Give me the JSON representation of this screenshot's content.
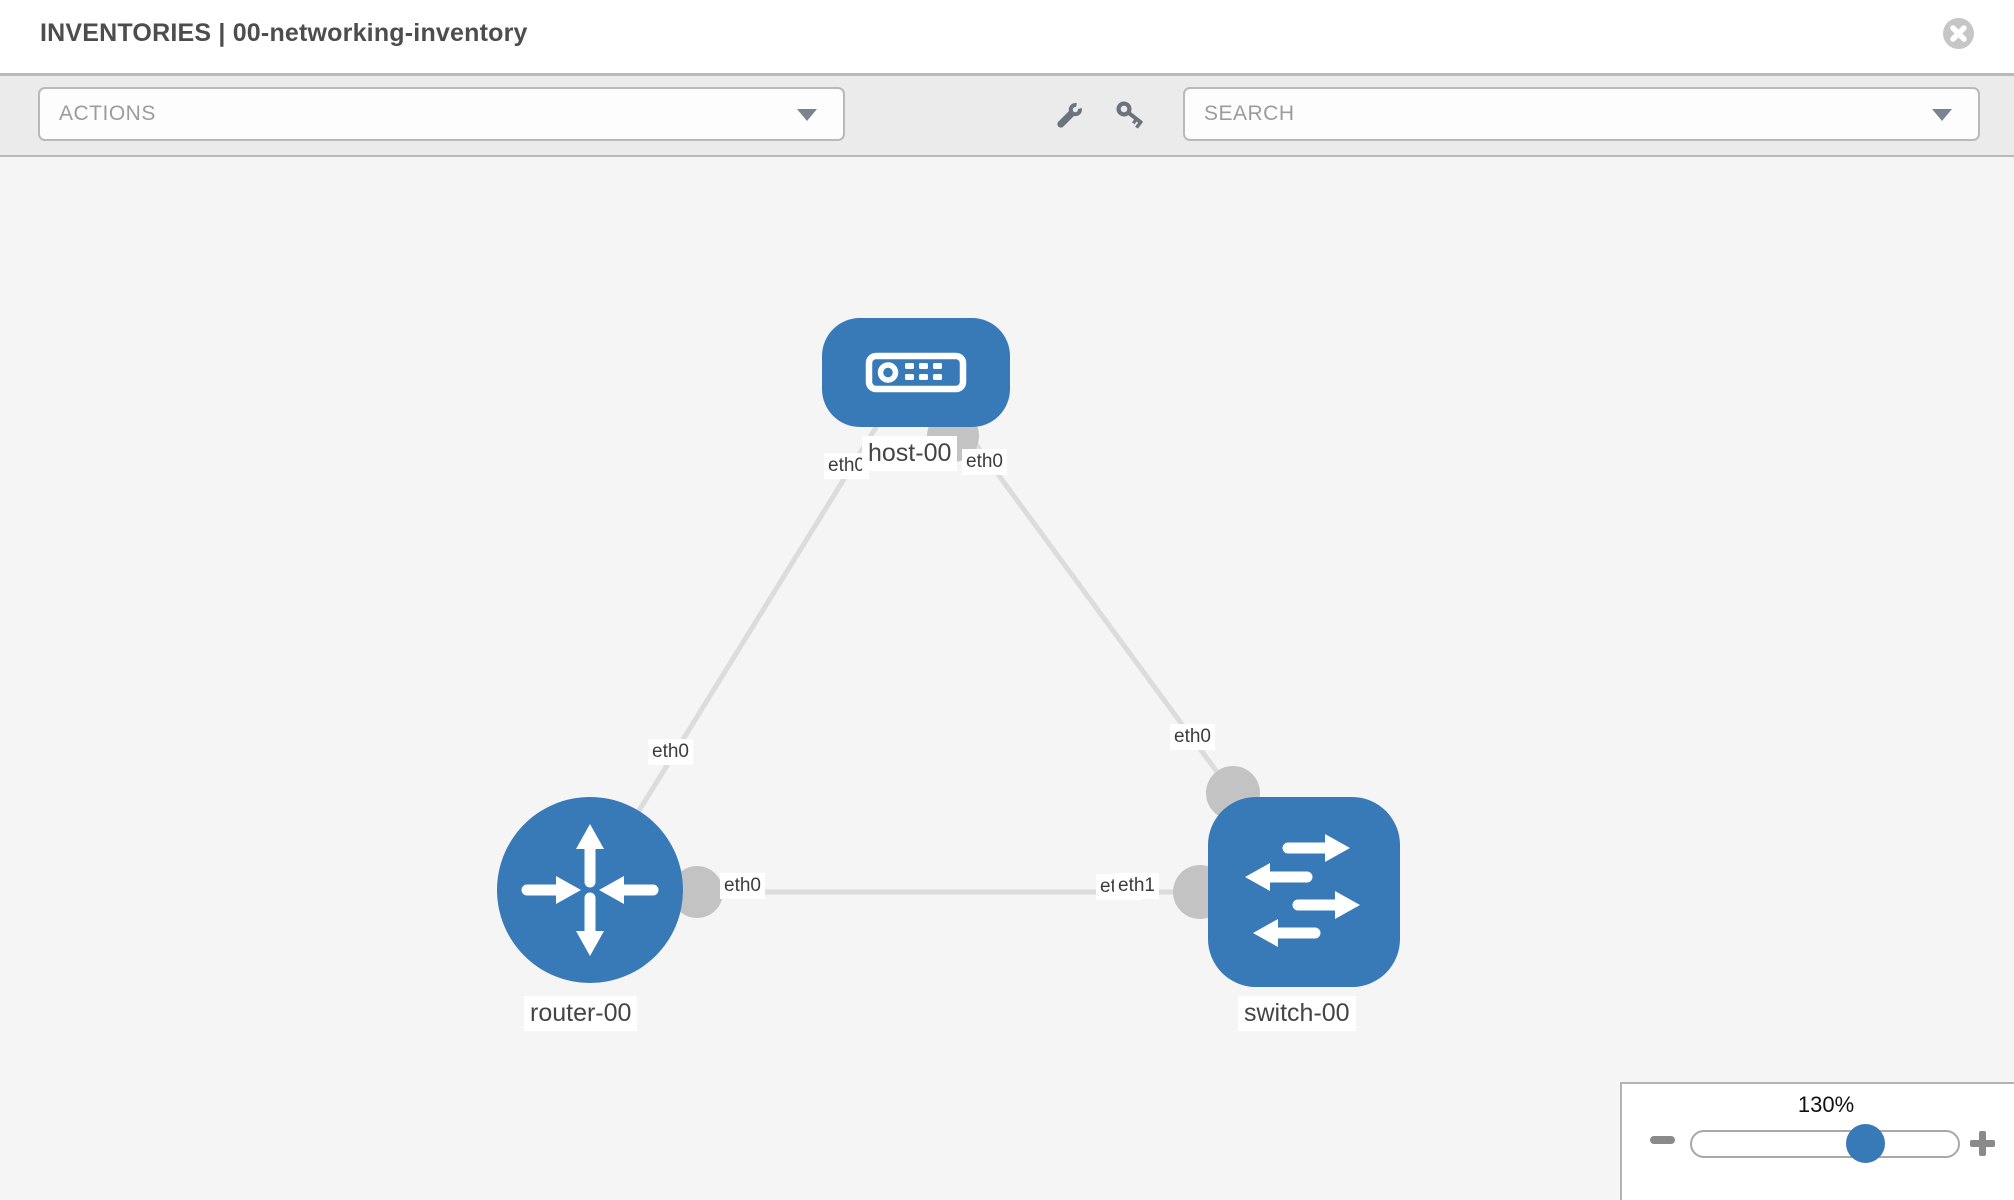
{
  "header": {
    "title": "INVENTORIES | 00-networking-inventory",
    "close_icon": "close-x"
  },
  "toolbar": {
    "actions": {
      "label": "ACTIONS"
    },
    "search": {
      "label": "SEARCH"
    },
    "icons": [
      "wrench-icon",
      "key-icon"
    ]
  },
  "topology": {
    "nodes": [
      {
        "name": "host-00",
        "type": "host",
        "icon": "host-icon"
      },
      {
        "name": "router-00",
        "type": "router",
        "icon": "router-icon"
      },
      {
        "name": "switch-00",
        "type": "switch",
        "icon": "switch-icon"
      }
    ],
    "links": [
      {
        "from": "router-00",
        "to": "host-00",
        "from_interface": "eth0",
        "to_interface": "eth0"
      },
      {
        "from": "host-00",
        "to": "switch-00",
        "from_interface": "eth0",
        "to_interface": "eth0"
      },
      {
        "from": "router-00",
        "to": "switch-00",
        "from_interface": "eth0",
        "to_interface": "eth1"
      }
    ],
    "labels": {
      "host": "host-00",
      "router": "router-00",
      "switch": "switch-00",
      "if_host_left": "eth0",
      "if_host_right": "eth0",
      "if_router_host": "eth0",
      "if_router_switch": "eth0",
      "if_switch_host": "eth0",
      "if_switch_router_back": "eth0",
      "if_switch_router_front": "eth1"
    }
  },
  "zoom_control": {
    "level": "130%"
  },
  "colors": {
    "node_blue": "#3879b7",
    "link_gray": "#dcdcdc",
    "port_gray": "#c3c3c3",
    "toolbar_gray": "#ebebeb",
    "canvas_gray": "#f5f5f5"
  }
}
